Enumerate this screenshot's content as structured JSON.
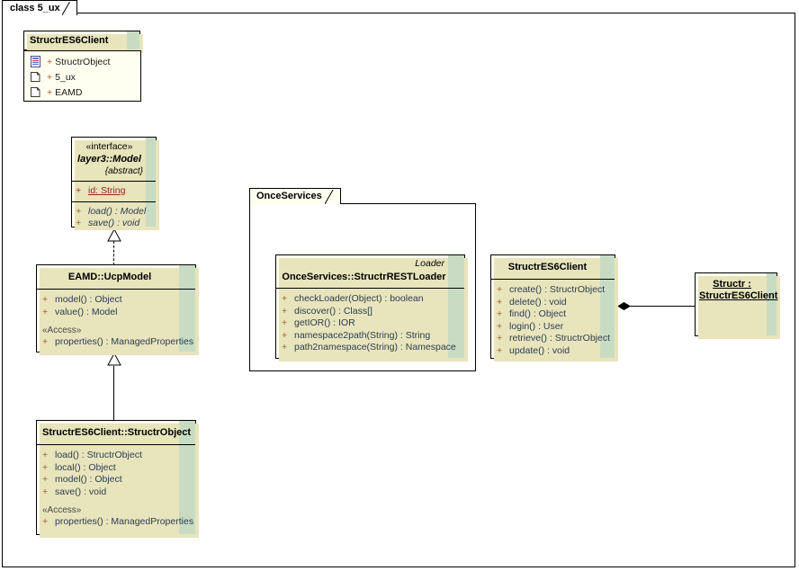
{
  "diagram": {
    "tab_label": "class 5_ux"
  },
  "package_contents": {
    "title": "StructrES6Client",
    "items": [
      {
        "icon": "class-icon",
        "visibility": "+",
        "label": "StructrObject"
      },
      {
        "icon": "package-icon",
        "visibility": "+",
        "label": "5_ux"
      },
      {
        "icon": "package-icon",
        "visibility": "+",
        "label": "EAMD"
      }
    ]
  },
  "interface_model": {
    "stereotype": "«interface»",
    "name": "layer3::Model",
    "modifier": "{abstract}",
    "attributes": [
      {
        "visibility": "+",
        "text": "id:  String"
      }
    ],
    "operations": [
      {
        "visibility": "+",
        "text": "load() : Model"
      },
      {
        "visibility": "+",
        "text": "save() : void"
      }
    ]
  },
  "ucp_model": {
    "name": "EAMD::UcpModel",
    "operations": [
      {
        "visibility": "+",
        "text": "model() : Object"
      },
      {
        "visibility": "+",
        "text": "value() : Model"
      }
    ],
    "access_stereotype": "«Access»",
    "access_operations": [
      {
        "visibility": "+",
        "text": "properties() : ManagedProperties"
      }
    ]
  },
  "structr_object": {
    "name": "StructrES6Client::StructrObject",
    "operations": [
      {
        "visibility": "+",
        "text": "load() : StructrObject"
      },
      {
        "visibility": "+",
        "text": "local() : Object"
      },
      {
        "visibility": "+",
        "text": "model() : Object"
      },
      {
        "visibility": "+",
        "text": "save() : void"
      }
    ],
    "access_stereotype": "«Access»",
    "access_operations": [
      {
        "visibility": "+",
        "text": "properties() : ManagedProperties"
      }
    ]
  },
  "once_services_package": {
    "tab_label": "OnceServices"
  },
  "rest_loader": {
    "corner_label": "Loader",
    "name": "OnceServices::StructrRESTLoader",
    "operations": [
      {
        "visibility": "+",
        "text": "checkLoader(Object) : boolean"
      },
      {
        "visibility": "+",
        "text": "discover() : Class[]"
      },
      {
        "visibility": "+",
        "text": "getIOR() : IOR"
      },
      {
        "visibility": "+",
        "text": "namespace2path(String) : String"
      },
      {
        "visibility": "+",
        "text": "path2namespace(String) : Namespace"
      }
    ]
  },
  "es6_client": {
    "name": "StructrES6Client",
    "operations": [
      {
        "visibility": "+",
        "text": "create() : StructrObject"
      },
      {
        "visibility": "+",
        "text": "delete() : void"
      },
      {
        "visibility": "+",
        "text": "find() : Object"
      },
      {
        "visibility": "+",
        "text": "login() : User"
      },
      {
        "visibility": "+",
        "text": "retrieve() : StructrObject"
      },
      {
        "visibility": "+",
        "text": "update() : void"
      }
    ]
  },
  "structr_instance": {
    "line1": "Structr :",
    "line2": "StructrES6Client"
  },
  "colors": {
    "box_fill": "#FFFFF0",
    "green_bar": "#C8DCC3",
    "shadow": "#E8E4BC",
    "border": "#000000",
    "feature_text": "#2C3E50",
    "visibility": "#9A5A2A",
    "static_attr": "#A02020"
  }
}
